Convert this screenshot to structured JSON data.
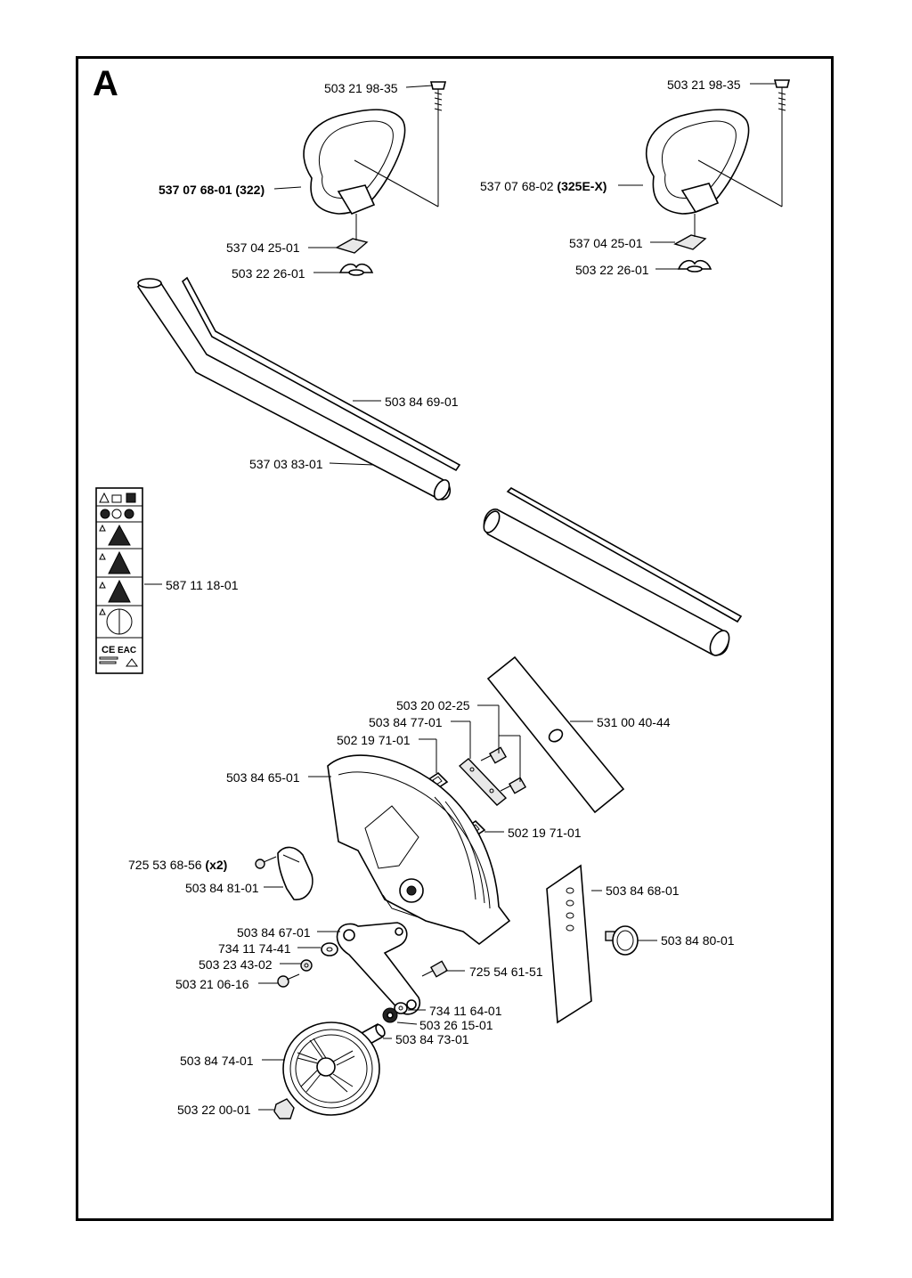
{
  "section_letter": "A",
  "labels": {
    "bolt_left": "503 21 98-35",
    "handle_left_part": "537 07 68-01",
    "handle_left_model": "(322)",
    "bracket_left": "537 04 25-01",
    "nut_left": "503 22 26-01",
    "bolt_right": "503 21 98-35",
    "handle_right_part": "537 07 68-02",
    "handle_right_model": "(325E-X)",
    "bracket_right": "537 04 25-01",
    "nut_right": "503 22 26-01",
    "shaft_inner": "503 84 69-01",
    "shaft_tube": "537 03 83-01",
    "decal": "587 11 18-01",
    "screw_top": "503 20 02-25",
    "clamp_plate": "503 84 77-01",
    "nut_square_top": "502 19 71-01",
    "blade": "531 00 40-44",
    "guard": "503 84 65-01",
    "nut_square_bottom": "502 19 71-01",
    "screw_x2_part": "725 53 68-56",
    "screw_x2_qty": "(x2)",
    "clamp": "503 84 81-01",
    "depth_plate": "503 84 68-01",
    "arm": "503 84 67-01",
    "knob": "503 84 80-01",
    "washer_a": "734 11 74-41",
    "washer_b": "503 23 43-02",
    "screw_arm": "725 54 61-51",
    "bolt_arm": "503 21 06-16",
    "washer_c": "734 11 64-01",
    "bearing": "503 26 15-01",
    "spacer": "503 84 73-01",
    "wheel": "503 84 74-01",
    "wheel_nut": "503 22 00-01"
  },
  "decal_text": {
    "ce_mark": "CE",
    "eac_mark": "EAC"
  }
}
